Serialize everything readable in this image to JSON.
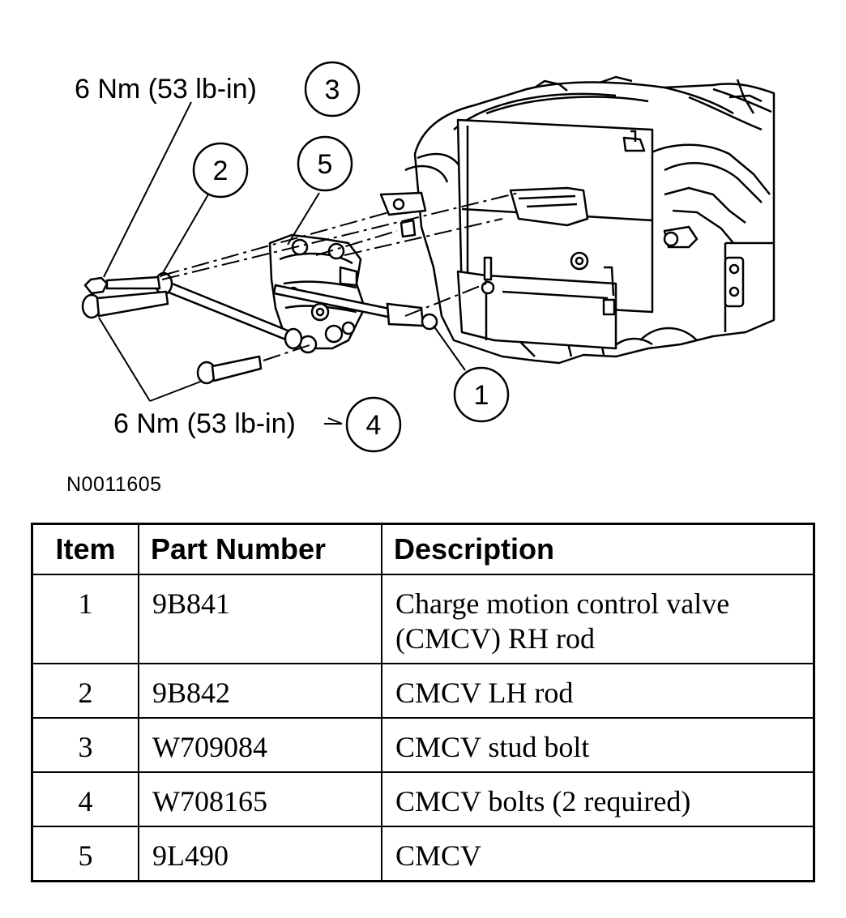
{
  "callouts": {
    "top_torque": "6 Nm (53 lb-in)",
    "bottom_torque": "6 Nm (53 lb-in)",
    "c1": "1",
    "c2": "2",
    "c3": "3",
    "c4": "4",
    "c5": "5"
  },
  "figure_id": "N0011605",
  "table": {
    "headers": [
      "Item",
      "Part Number",
      "Description"
    ],
    "rows": [
      {
        "item": "1",
        "part": "9B841",
        "desc": "Charge motion control valve (CMCV) RH rod"
      },
      {
        "item": "2",
        "part": "9B842",
        "desc": "CMCV LH rod"
      },
      {
        "item": "3",
        "part": "W709084",
        "desc": "CMCV stud bolt"
      },
      {
        "item": "4",
        "part": "W708165",
        "desc": "CMCV bolts (2 required)"
      },
      {
        "item": "5",
        "part": "9L490",
        "desc": "CMCV"
      }
    ]
  }
}
